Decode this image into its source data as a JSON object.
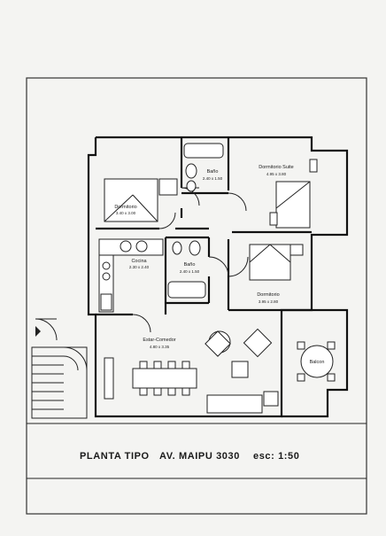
{
  "rooms": {
    "dormitorio_1": {
      "name": "Dormitorio",
      "dims": "3.40 x 3.00"
    },
    "bano_1": {
      "name": "Baño",
      "dims": "2.40 x 1.50"
    },
    "dormitorio_suite": {
      "name": "Dormitorio Suite",
      "dims": "4.95 x 3.80"
    },
    "cocina": {
      "name": "Cocina",
      "dims": "2.30 x 2.40"
    },
    "bano_2": {
      "name": "Baño",
      "dims": "2.40 x 1.50"
    },
    "dormitorio_2": {
      "name": "Dormitorio",
      "dims": "3.95 x 2.80"
    },
    "estar_comedor": {
      "name": "Estar-Comedor",
      "dims": "4.80 x 3.35"
    },
    "balcon": {
      "name": "Balcon"
    }
  },
  "caption": {
    "title": "PLANTA TIPO",
    "address": "AV. MAIPU 3030",
    "scale": "esc: 1:50"
  }
}
